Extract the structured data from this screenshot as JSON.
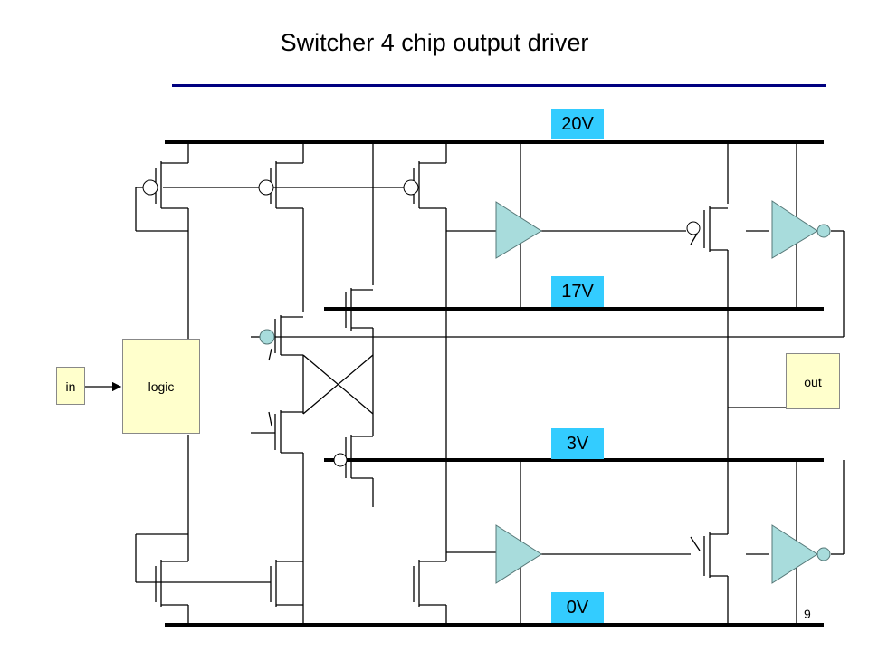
{
  "slide": {
    "title": "Switcher 4 chip output driver",
    "page_number": "9"
  },
  "rails": {
    "v20": "20V",
    "v17": "17V",
    "v3": "3V",
    "v0": "0V"
  },
  "blocks": {
    "input": "in",
    "logic": "logic",
    "output": "out"
  },
  "colors": {
    "rail_label_fill": "#33ccff",
    "buffer_fill": "#a8dcdc",
    "bubble_fill": "#a8dcdc",
    "block_fill": "#ffffcc",
    "title_rule": "#000080"
  }
}
